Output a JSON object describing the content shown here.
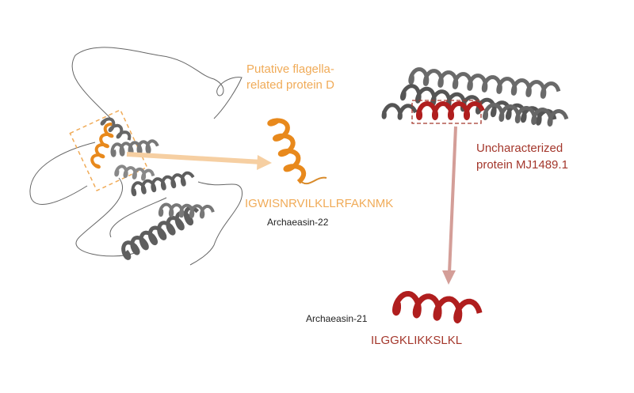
{
  "labels": {
    "protein_d_line1": "Putative flagella-",
    "protein_d_line2": "related protein D",
    "seq_22": "IGWISNRVILKLLRFAKNMK",
    "name_22": "Archaeasin-22",
    "mj_line1": "Uncharacterized",
    "mj_line2": "protein MJ1489.1",
    "name_21": "Archaeasin-21",
    "seq_21": "ILGGKLIKKSLKL"
  },
  "colors": {
    "orange": "#f0ab58",
    "helix_orange": "#e8891c",
    "arrow_orange": "#f6cfa2",
    "red_text": "#a4372c",
    "helix_red": "#b01e1e",
    "arrow_red": "#d49e98",
    "gray": "#5e5e5e"
  }
}
